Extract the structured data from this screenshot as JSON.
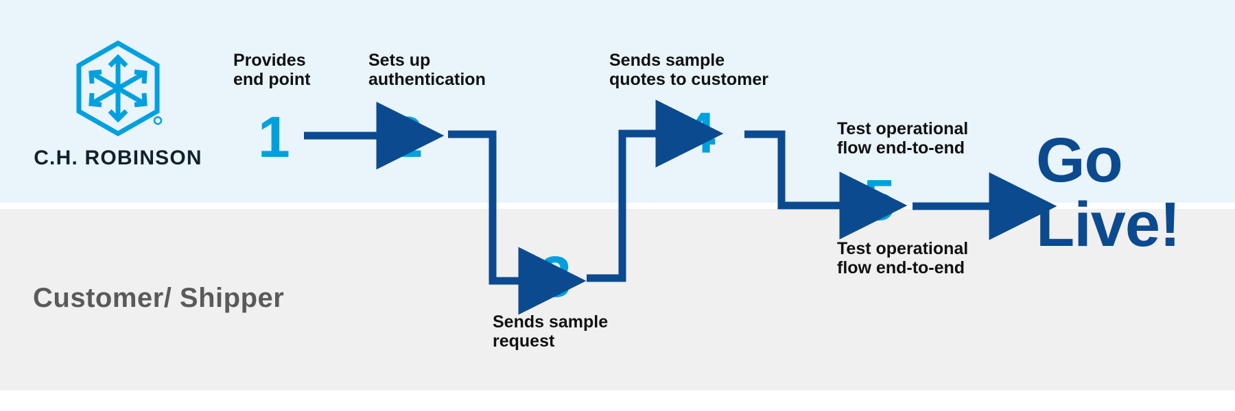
{
  "brand": {
    "name": "C.H. ROBINSON",
    "logo_icon": "hexagon-arrows-logo",
    "logo_color": "#00a0df",
    "wordmark_color": "#14202b"
  },
  "bands": {
    "top_color": "#e9f4fb",
    "bottom_color": "#f0f0f0",
    "bottom_role_label": "Customer/\nShipper",
    "role_label_color": "#5a5a5a"
  },
  "colors": {
    "step_number": "#00a0df",
    "connector": "#0b4a8f",
    "caption": "#111111",
    "go_live": "#0b4a8f"
  },
  "steps": [
    {
      "number": "1",
      "caption": "Provides\nend point",
      "lane": "top"
    },
    {
      "number": "2",
      "caption": "Sets up\nauthentication",
      "lane": "top"
    },
    {
      "number": "3",
      "caption": "Sends sample\nrequest",
      "lane": "bottom"
    },
    {
      "number": "4",
      "caption": "Sends sample\nquotes to customer",
      "lane": "top"
    },
    {
      "number": "5",
      "caption_above": "Test operational\nflow end-to-end",
      "caption_below": "Test operational\nflow end-to-end",
      "lane": "middle"
    }
  ],
  "outcome": {
    "label": "Go\nLive!"
  }
}
